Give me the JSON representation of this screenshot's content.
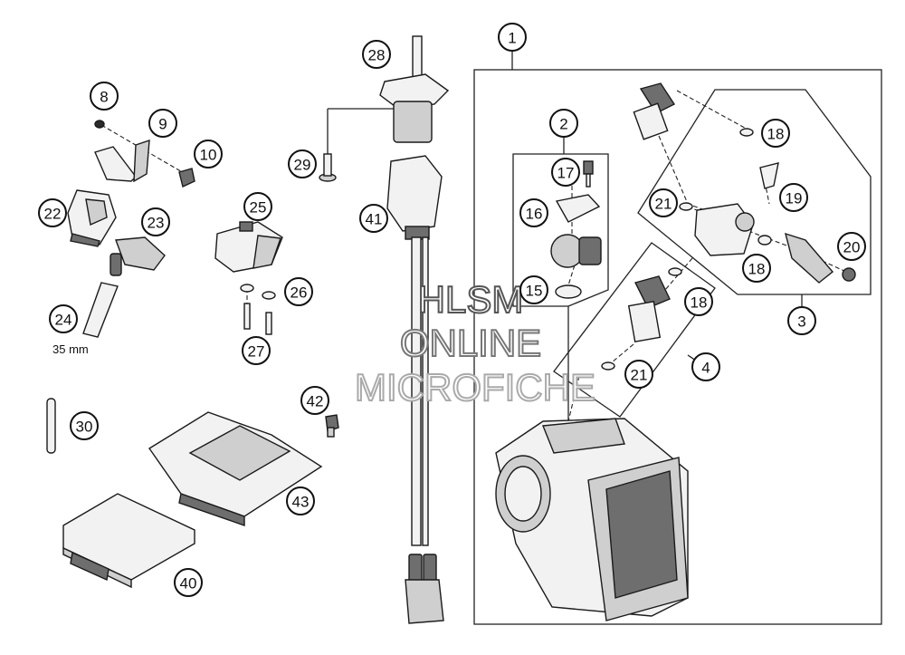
{
  "diagram": {
    "callouts": [
      {
        "id": "c1",
        "label": "1"
      },
      {
        "id": "c2",
        "label": "2"
      },
      {
        "id": "c3",
        "label": "3"
      },
      {
        "id": "c4",
        "label": "4"
      },
      {
        "id": "c8",
        "label": "8"
      },
      {
        "id": "c9",
        "label": "9"
      },
      {
        "id": "c10",
        "label": "10"
      },
      {
        "id": "c15",
        "label": "15"
      },
      {
        "id": "c16",
        "label": "16"
      },
      {
        "id": "c17",
        "label": "17"
      },
      {
        "id": "c18a",
        "label": "18"
      },
      {
        "id": "c18b",
        "label": "18"
      },
      {
        "id": "c18c",
        "label": "18"
      },
      {
        "id": "c19",
        "label": "19"
      },
      {
        "id": "c20",
        "label": "20"
      },
      {
        "id": "c21a",
        "label": "21"
      },
      {
        "id": "c21b",
        "label": "21"
      },
      {
        "id": "c22",
        "label": "22"
      },
      {
        "id": "c23",
        "label": "23"
      },
      {
        "id": "c24",
        "label": "24"
      },
      {
        "id": "c25",
        "label": "25"
      },
      {
        "id": "c26",
        "label": "26"
      },
      {
        "id": "c27",
        "label": "27"
      },
      {
        "id": "c28",
        "label": "28"
      },
      {
        "id": "c29",
        "label": "29"
      },
      {
        "id": "c30",
        "label": "30"
      },
      {
        "id": "c40",
        "label": "40"
      },
      {
        "id": "c41",
        "label": "41"
      },
      {
        "id": "c42",
        "label": "42"
      },
      {
        "id": "c43",
        "label": "43"
      }
    ],
    "notes": {
      "hose_length": "35 mm"
    },
    "watermark": [
      "HLSM",
      "ONLINE",
      "MICROFICHE"
    ]
  }
}
